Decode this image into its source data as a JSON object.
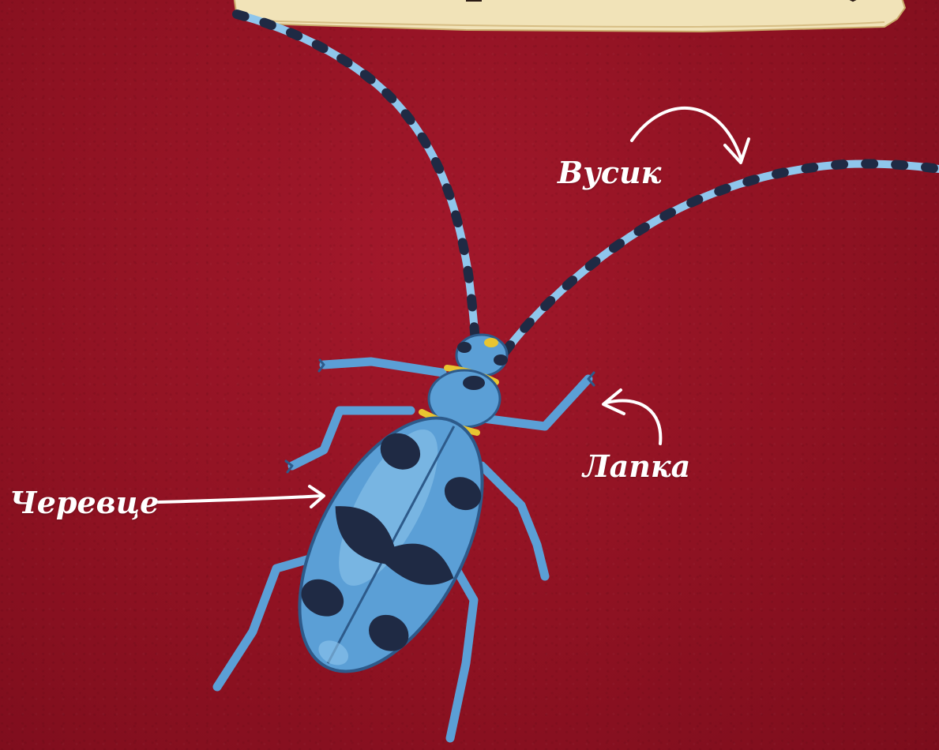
{
  "labels": {
    "antenna": "Вусик",
    "leg": "Лапка",
    "abdomen": "Черевце"
  },
  "colors": {
    "background": "#8f1222",
    "beetle_body": "#5b9fd6",
    "beetle_light": "#8fc6ec",
    "beetle_spots": "#1f2a44",
    "collar": "#e8c531",
    "paper": "#f1e3b8",
    "label_text": "#ffffff"
  }
}
